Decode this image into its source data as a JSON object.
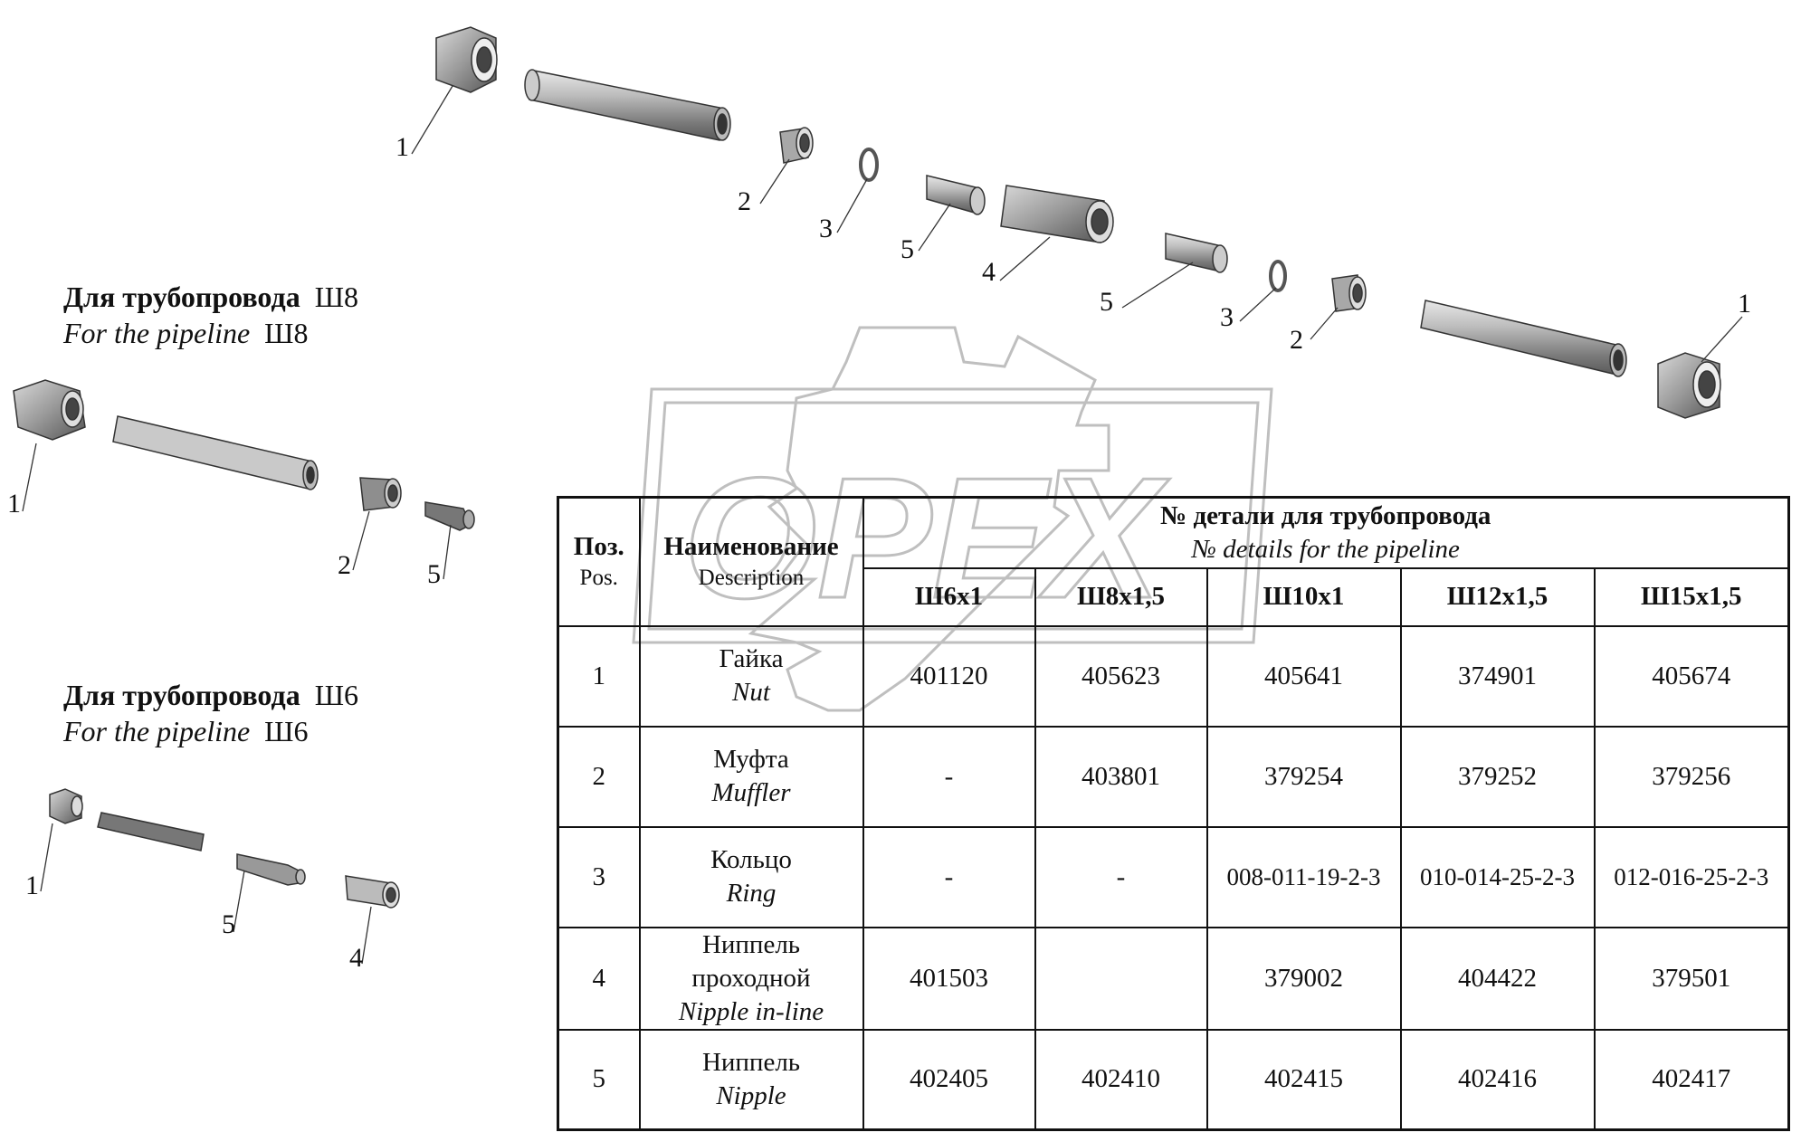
{
  "watermark": "OPEX",
  "titles": {
    "sh8": {
      "ru": "Для трубопровода",
      "ru_size": "Ш8",
      "en": "For the pipeline",
      "en_size": "Ш8"
    },
    "sh6": {
      "ru": "Для трубопровода",
      "ru_size": "Ш6",
      "en": "For the pipeline",
      "en_size": "Ш6"
    }
  },
  "callouts": {
    "top": [
      "1",
      "2",
      "3",
      "5",
      "4",
      "5",
      "3",
      "2",
      "1"
    ],
    "sh8": [
      "1",
      "2",
      "5"
    ],
    "sh6": [
      "1",
      "5",
      "4"
    ]
  },
  "table": {
    "pos_ru": "Поз.",
    "pos_en": "Pos.",
    "name_ru": "Наименование",
    "name_en": "Description",
    "group_ru": "№  детали для трубопровода",
    "group_en": "№ details for the pipeline",
    "sizes": [
      "Ш6х1",
      "Ш8х1,5",
      "Ш10х1",
      "Ш12х1,5",
      "Ш15х1,5"
    ],
    "rows": [
      {
        "pos": "1",
        "name_ru": "Гайка",
        "name_ru2": "",
        "name_en": "Nut",
        "values": [
          "401120",
          "405623",
          "405641",
          "374901",
          "405674"
        ]
      },
      {
        "pos": "2",
        "name_ru": "Муфта",
        "name_ru2": "",
        "name_en": "Muffler",
        "values": [
          "-",
          "403801",
          "379254",
          "379252",
          "379256"
        ]
      },
      {
        "pos": "3",
        "name_ru": "Кольцо",
        "name_ru2": "",
        "name_en": "Ring",
        "values": [
          "-",
          "-",
          "008-011-19-2-3",
          "010-014-25-2-3",
          "012-016-25-2-3"
        ]
      },
      {
        "pos": "4",
        "name_ru": "Ниппель",
        "name_ru2": "проходной",
        "name_en": "Nipple in-line",
        "values": [
          "401503",
          "",
          "379002",
          "404422",
          "379501"
        ]
      },
      {
        "pos": "5",
        "name_ru": "Ниппель",
        "name_ru2": "",
        "name_en": "Nipple",
        "values": [
          "402405",
          "402410",
          "402415",
          "402416",
          "402417"
        ]
      }
    ]
  }
}
